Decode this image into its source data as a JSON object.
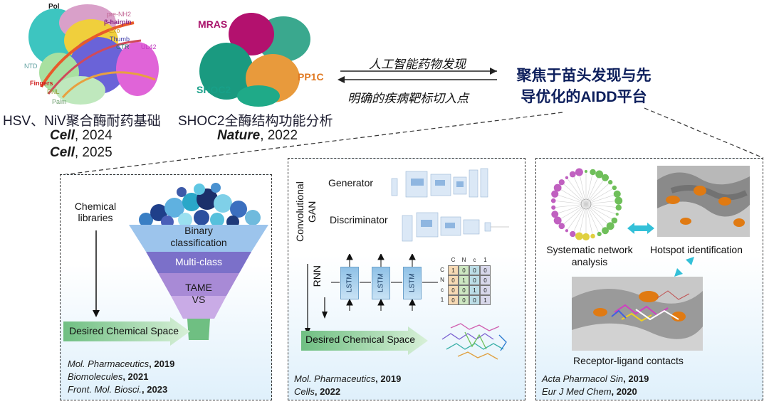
{
  "top": {
    "hsv_labels": [
      "Pol",
      "pre-NH2",
      "β-hairpin",
      "Exo",
      "Thumb",
      "CTR",
      "UL42",
      "NTD",
      "Fingers",
      "PNL",
      "Palm"
    ],
    "shoc2_labels": [
      "MRAS",
      "SHOC2",
      "PP1C"
    ],
    "hsv_caption": "HSV、NiV聚合酶耐药基础",
    "hsv_cite_1_journal": "Cell",
    "hsv_cite_1_year": ", 2024",
    "hsv_cite_2_journal": "Cell",
    "hsv_cite_2_year": ", 2025",
    "shoc2_caption": "SHOC2全酶结构功能分析",
    "shoc2_cite_journal": "Nature",
    "shoc2_cite_year": ", 2022",
    "arrow_top_text": "人工智能药物发现",
    "arrow_bottom_text": "明确的疾病靶标切入点",
    "platform_line1": "聚焦于苗头发现与先",
    "platform_line2": "导优化的AIDD平台"
  },
  "panel1": {
    "chemical_libraries": "Chemical\nlibraries",
    "funnel": [
      "Binary\nclassification",
      "Multi-class",
      "TAME\nVS"
    ],
    "desired": "Desired Chemical Space",
    "refs": [
      {
        "journal": "Mol. Pharmaceutics",
        "year": ", 2019"
      },
      {
        "journal": "Biomolecules",
        "year": ", 2021"
      },
      {
        "journal": "Front. Mol. Biosci.",
        "year": ", 2023"
      }
    ]
  },
  "panel2": {
    "conv_gan": "Convolutional\nGAN",
    "generator": "Generator",
    "discriminator": "Discriminator",
    "rnn": "RNN",
    "lstm": [
      "LSTM",
      "LSTM",
      "LSTM"
    ],
    "grid_header": [
      "C",
      "N",
      "c",
      "1"
    ],
    "grid_rows": [
      {
        "label": "C",
        "cells": [
          "1",
          "0",
          "0",
          "0"
        ]
      },
      {
        "label": "N",
        "cells": [
          "0",
          "1",
          "0",
          "0"
        ]
      },
      {
        "label": "c",
        "cells": [
          "0",
          "0",
          "1",
          "0"
        ]
      },
      {
        "label": "1",
        "cells": [
          "0",
          "0",
          "0",
          "1"
        ]
      }
    ],
    "desired": "Desired Chemical Space",
    "refs": [
      {
        "journal": "Mol. Pharmaceutics",
        "year": ", 2019"
      },
      {
        "journal": "Cells",
        "year": ", 2022"
      }
    ]
  },
  "panel3": {
    "network": "Systematic network\nanalysis",
    "hotspot": "Hotspot identification",
    "contacts": "Receptor-ligand contacts",
    "refs": [
      {
        "journal": "Acta Pharmacol Sin",
        "year": ", 2019"
      },
      {
        "journal": "Eur J Med Chem",
        "year": ", 2020"
      }
    ]
  },
  "colors": {
    "navy": "#0d1f5c",
    "funnel_top": "#8fb8e8",
    "funnel_mid": "#7b70c9",
    "funnel_low": "#b999dd",
    "arrow_green": "#7fc28e",
    "hotspot_orange": "#e07a12",
    "teal_arrow": "#33c0d8"
  }
}
